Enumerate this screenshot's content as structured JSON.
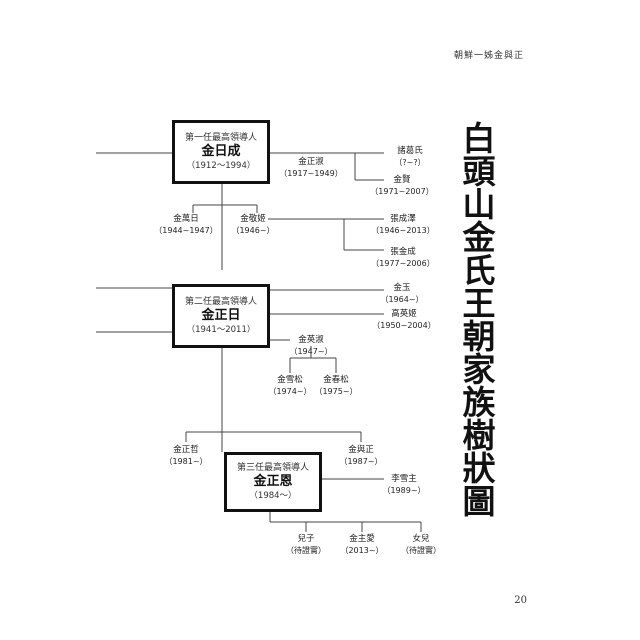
{
  "header": "朝鮮一姊金與正",
  "page_number": "20",
  "title": "白頭山金氏王朝家族樹狀圖",
  "leaders": {
    "first": {
      "rank": "第一任最高領導人",
      "name": "金日成",
      "years": "（1912～1994）"
    },
    "second": {
      "rank": "第二任最高領導人",
      "name": "金正日",
      "years": "（1941～2011）"
    },
    "third": {
      "rank": "第三任最高領導人",
      "name": "金正恩",
      "years": "（1984～）"
    }
  },
  "people": {
    "zhugeshi": {
      "name": "諸葛氏",
      "years": "（?~?）"
    },
    "kimjongsuk": {
      "name": "金正淑",
      "years": "（1917~1949）"
    },
    "kimhyon": {
      "name": "金賢",
      "years": "（1971~2007）"
    },
    "kimmanil": {
      "name": "金萬日",
      "years": "（1944~1947）"
    },
    "kimkyonghui": {
      "name": "金敬姬",
      "years": "（1946~）"
    },
    "jangsongthaek": {
      "name": "張成澤",
      "years": "（1946~2013）"
    },
    "jangkumsong": {
      "name": "張金成",
      "years": "（1977~2006）"
    },
    "kimok": {
      "name": "金玉",
      "years": "（1964~）"
    },
    "koyonghui": {
      "name": "高英姬",
      "years": "（1950~2004）"
    },
    "kimyongsuk": {
      "name": "金英淑",
      "years": "（1947~）"
    },
    "kimsolsong": {
      "name": "金雪松",
      "years": "（1974~）"
    },
    "kimchunsong": {
      "name": "金春松",
      "years": "（1975~）"
    },
    "kimjongchol": {
      "name": "金正哲",
      "years": "（1981~）"
    },
    "kimyojong": {
      "name": "金與正",
      "years": "（1987~）"
    },
    "risoljou": {
      "name": "李雪主",
      "years": "（1989~）"
    },
    "son": {
      "name": "兒子",
      "years": "（待證實）"
    },
    "kimjuae": {
      "name": "金主愛",
      "years": "（2013~）"
    },
    "daughter": {
      "name": "女兒",
      "years": "（待證實）"
    }
  }
}
